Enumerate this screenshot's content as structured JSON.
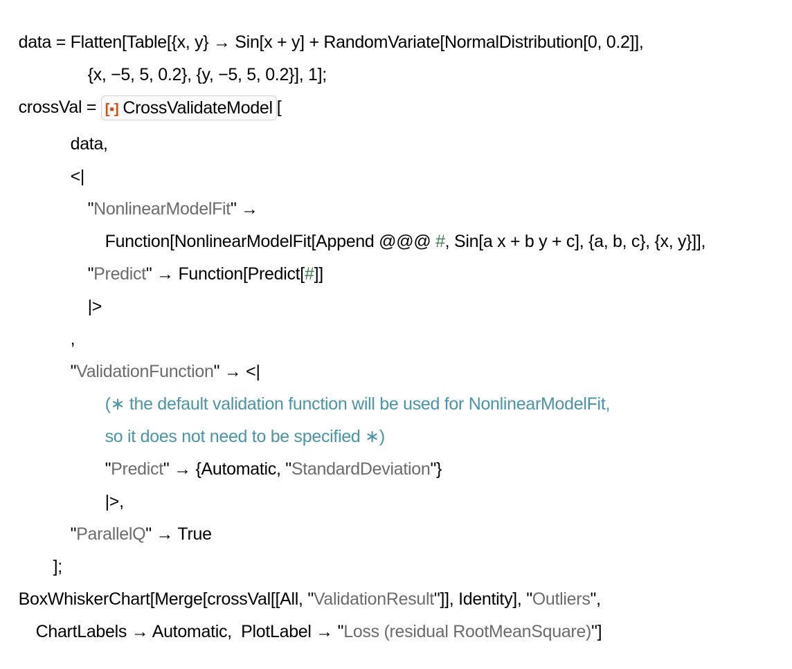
{
  "code": {
    "l1": {
      "a": "data = Flatten[Table[{x, y} → Sin[x + y] + RandomVariate[NormalDistribution[0, 0.2]],"
    },
    "l2": {
      "a": "{x, −5, 5, 0.2}, {y, −5, 5, 0.2}], 1];"
    },
    "l3": {
      "a": "crossVal = ",
      "pill_icon": "[▪]",
      "pill_label": "CrossValidateModel",
      "b": "["
    },
    "l4": {
      "a": "data,"
    },
    "l5": {
      "a": "<|"
    },
    "l6": {
      "q1": "\"",
      "s": "NonlinearModelFit",
      "q2": "\"",
      "b": " →"
    },
    "l7": {
      "a": "Function[NonlinearModelFit[Append @@@ ",
      "slot": "#",
      "b": ", Sin[a x + b y + c], {a, b, c}, {x, y}]],"
    },
    "l8": {
      "q1": "\"",
      "s": "Predict",
      "q2": "\"",
      "b": " → Function[Predict[",
      "slot": "#",
      "c": "]]"
    },
    "l9": {
      "a": "|>"
    },
    "l10": {
      "a": ","
    },
    "l11": {
      "q1": "\"",
      "s": "ValidationFunction",
      "q2": "\"",
      "b": " → <|"
    },
    "l12": {
      "c": "(∗ the default validation function will be used for NonlinearModelFit,"
    },
    "l13": {
      "c": "so it does not need to be specified ∗)"
    },
    "l14": {
      "q1": "\"",
      "s": "Predict",
      "q2": "\"",
      "b": " → {Automatic, \"",
      "s2": "StandardDeviation",
      "c": "\"}"
    },
    "l15": {
      "a": "|>,"
    },
    "l16": {
      "q1": "\"",
      "s": "ParallelQ",
      "q2": "\"",
      "b": " → True"
    },
    "l17": {
      "a": "];"
    },
    "l18": {
      "a": "BoxWhiskerChart[Merge[crossVal[[All, \"",
      "s": "ValidationResult",
      "b": "\"]], Identity], \"",
      "s2": "Outliers",
      "c": "\","
    },
    "l19": {
      "a": "ChartLabels → Automatic,  PlotLabel → \"",
      "s": "Loss (residual RootMeanSquare)",
      "b": "\"]"
    }
  },
  "colors": {
    "string": "#6b6b6b",
    "comment": "#4795a9",
    "slot": "#3f7f4f",
    "resource_icon": "#dd4b0a"
  }
}
